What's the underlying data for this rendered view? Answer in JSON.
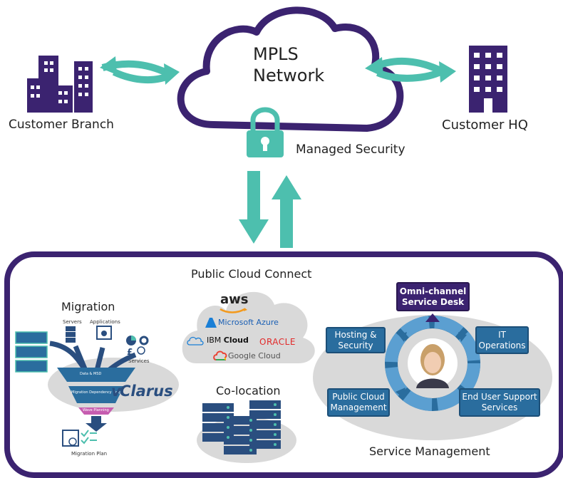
{
  "top": {
    "cloud_title_line1": "MPLS",
    "cloud_title_line2": "Network",
    "branch_label": "Customer Branch",
    "hq_label": "Customer HQ",
    "security_label": "Managed Security"
  },
  "bottom": {
    "public_cloud_title": "Public Cloud Connect",
    "colocation_title": "Co-location",
    "migration_title": "Migration",
    "service_mgmt_title": "Service Management",
    "providers": {
      "aws": "aws",
      "azure": "Microsoft Azure",
      "ibm_a": "IBM",
      "ibm_b": "Cloud",
      "oracle": "ORACLE",
      "google": "Google Cloud"
    },
    "migration": {
      "servers": "Servers",
      "applications": "Applications",
      "services": "Services",
      "plan": "Migration Plan",
      "brand": "Clarus",
      "funnel_1": "Data & MSD",
      "funnel_2": "Migration Dependency Graph",
      "funnel_3": "Wave Planning"
    },
    "service": {
      "omni_line1": "Omni-channel",
      "omni_line2": "Service Desk",
      "hosting_line1": "Hosting &",
      "hosting_line2": "Security",
      "it_line1": "IT",
      "it_line2": "Operations",
      "public_line1": "Public Cloud",
      "public_line2": "Management",
      "enduser_line1": "End User Support",
      "enduser_line2": "Services"
    }
  },
  "colors": {
    "purple": "#3b2370",
    "teal": "#4dbfae",
    "teal_dark": "#2f9c8c",
    "blue_box": "#2a6d9e",
    "gray_blob": "#d9d9d9"
  }
}
